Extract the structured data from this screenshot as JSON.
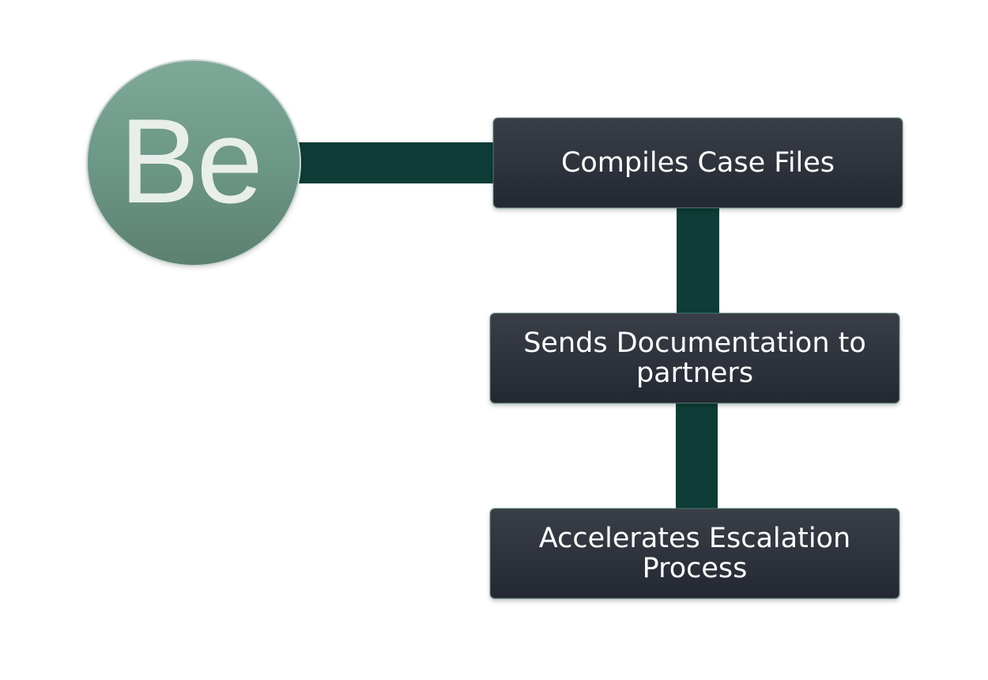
{
  "logo": {
    "text": "Be"
  },
  "steps": [
    {
      "label": "Compiles Case Files"
    },
    {
      "label": "Sends Documentation to partners"
    },
    {
      "label": "Accelerates Escalation Process"
    }
  ],
  "colors": {
    "connector": "#0d3d36",
    "box_fill": "#2c303a",
    "logo_fill": "#6f9a89"
  }
}
